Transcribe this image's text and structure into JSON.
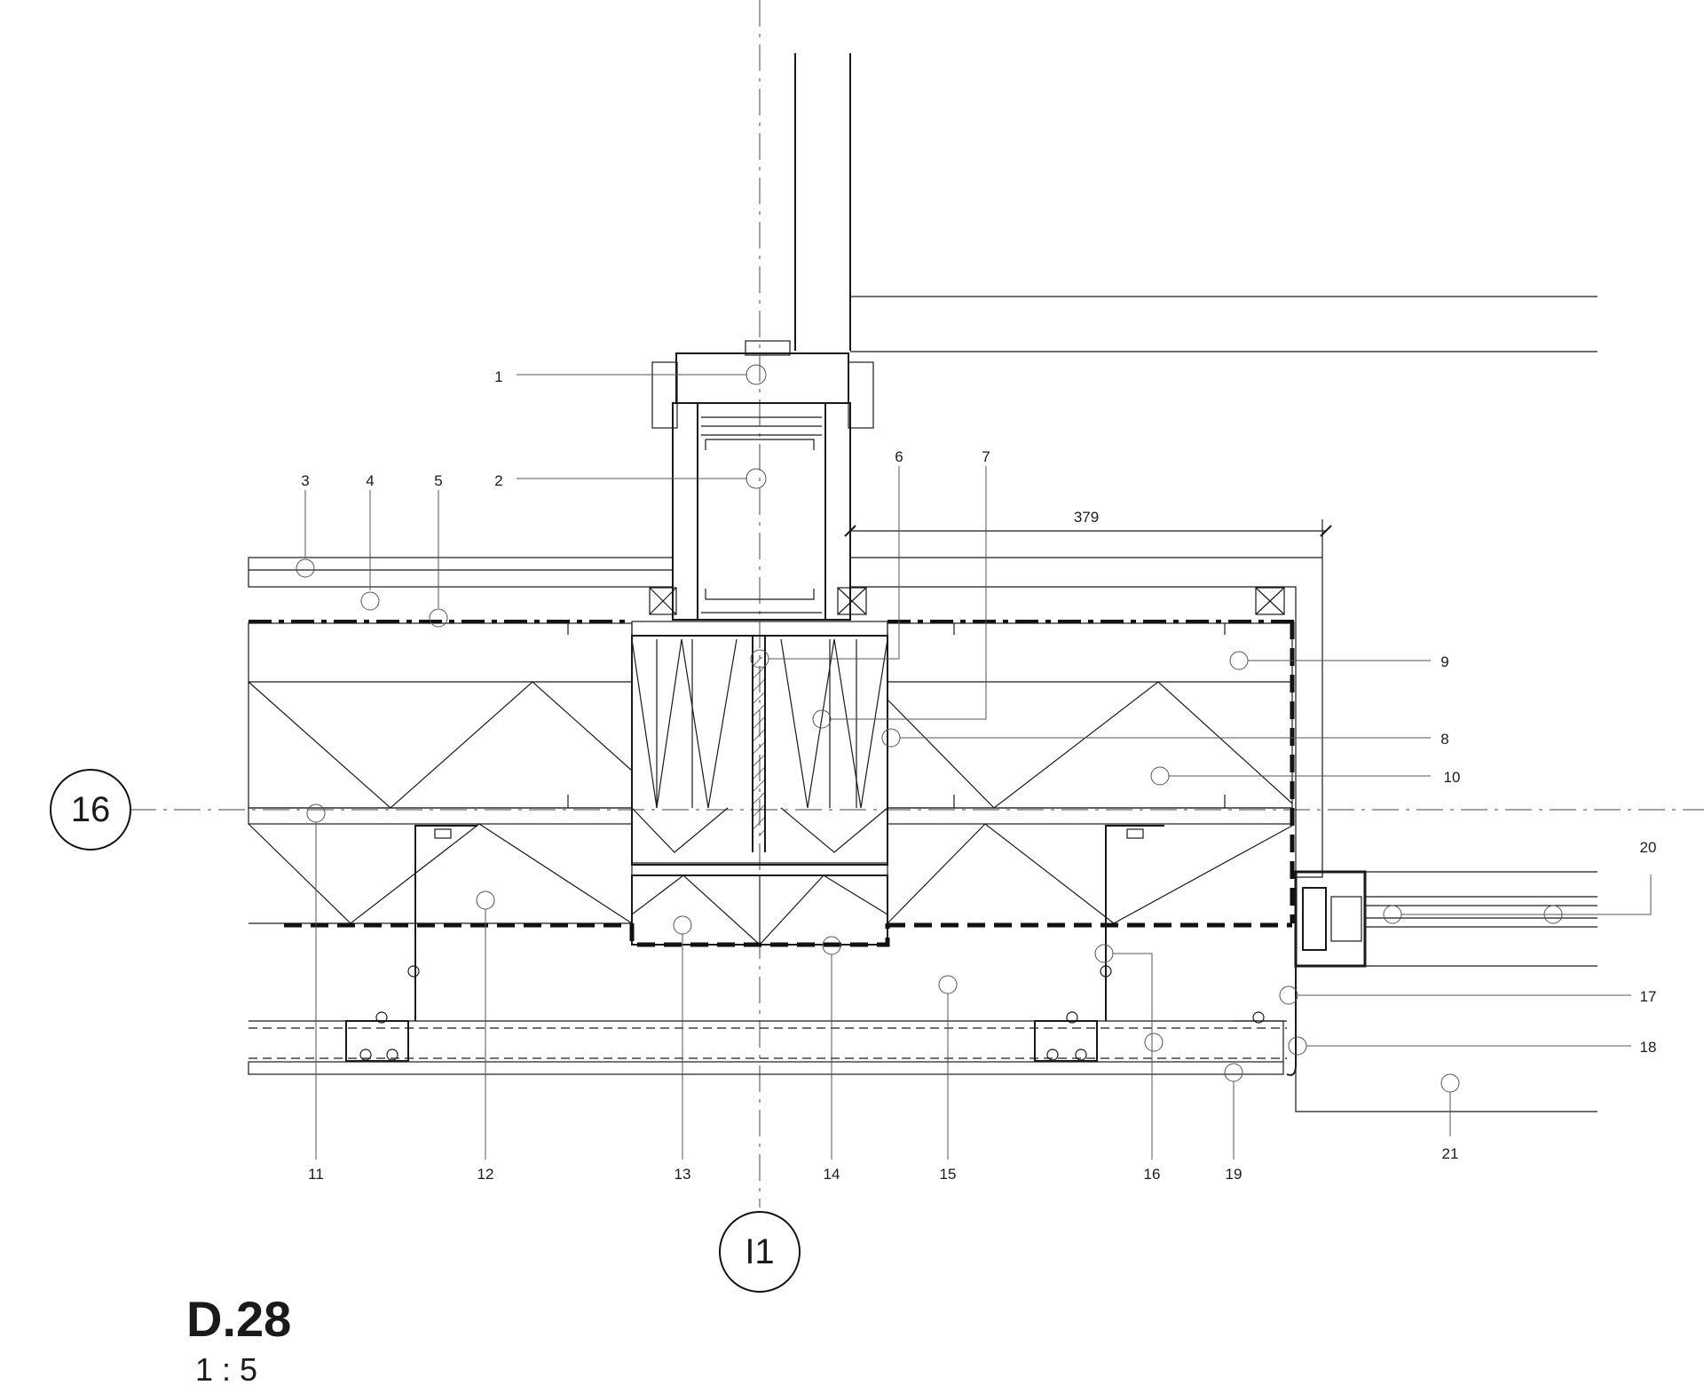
{
  "drawing": {
    "title": "D.28",
    "scale": "1 : 5",
    "gridlines": {
      "horizontal": "16",
      "vertical": "I1"
    },
    "dimension": "379",
    "callouts": [
      "1",
      "2",
      "3",
      "4",
      "5",
      "6",
      "7",
      "8",
      "9",
      "10",
      "11",
      "12",
      "13",
      "14",
      "15",
      "16",
      "17",
      "18",
      "19",
      "20",
      "21"
    ]
  }
}
